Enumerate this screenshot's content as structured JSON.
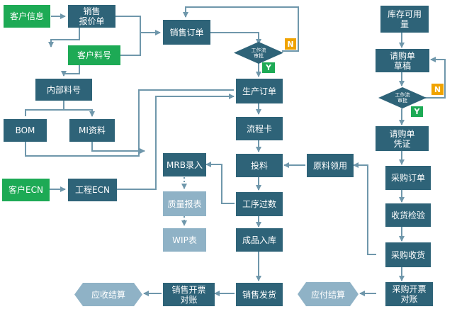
{
  "nodes": {
    "customer_info": "客户信息",
    "sales_quote": "销售\n报价单",
    "customer_part_no": "客户料号",
    "internal_part_no": "内部料号",
    "bom": "BOM",
    "mi_data": "MI资料",
    "customer_ecn": "客户ECN",
    "engineering_ecn": "工程ECN",
    "sales_order": "销售订单",
    "workflow_approval_left": "工作流\n审批",
    "production_order": "生产订单",
    "process_card": "流程卡",
    "feeding": "投料",
    "material_requisition": "原料领用",
    "mrb_entry": "MRB录入",
    "quality_report": "质量报表",
    "wip_table": "WIP表",
    "process_transfer": "工序过数",
    "finished_goods_in": "成品入库",
    "sales_shipment": "销售发货",
    "sales_invoice_reconcile": "销售开票\n对账",
    "receivable_settlement": "应收结算",
    "inventory_available": "库存可用\n量",
    "purchase_req_draft": "请购单\n草稿",
    "workflow_approval_right": "工作流\n审批",
    "purchase_req_voucher": "请购单\n凭证",
    "purchase_order": "采购订单",
    "receiving_inspection": "收货检验",
    "purchase_receipt": "采购收货",
    "purchase_invoice_reconcile": "采购开票\n对账",
    "payable_settlement": "应付结算"
  },
  "badges": {
    "n_left": "N",
    "y_left": "Y",
    "n_right": "N",
    "y_right": "Y"
  },
  "colors": {
    "navy": "#2e6378",
    "green": "#1daa55",
    "pale": "#8fb2c6",
    "arrow": "#6f97ab",
    "badge_n": "#f0a300"
  }
}
